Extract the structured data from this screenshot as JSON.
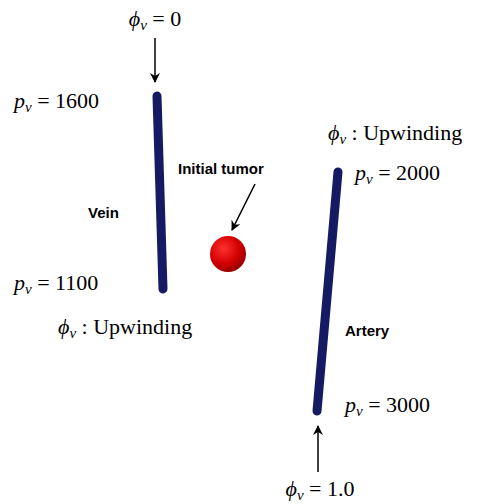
{
  "diagram": {
    "labels": [
      "ϕv = 0",
      "pv = 1600",
      "Initial tumor",
      "ϕv : Upwinding",
      "pv = 2000",
      "Vein",
      "pv = 1100",
      "ϕv : Upwinding",
      "Artery",
      "pv = 3000",
      "ϕv = 1.0"
    ]
  }
}
